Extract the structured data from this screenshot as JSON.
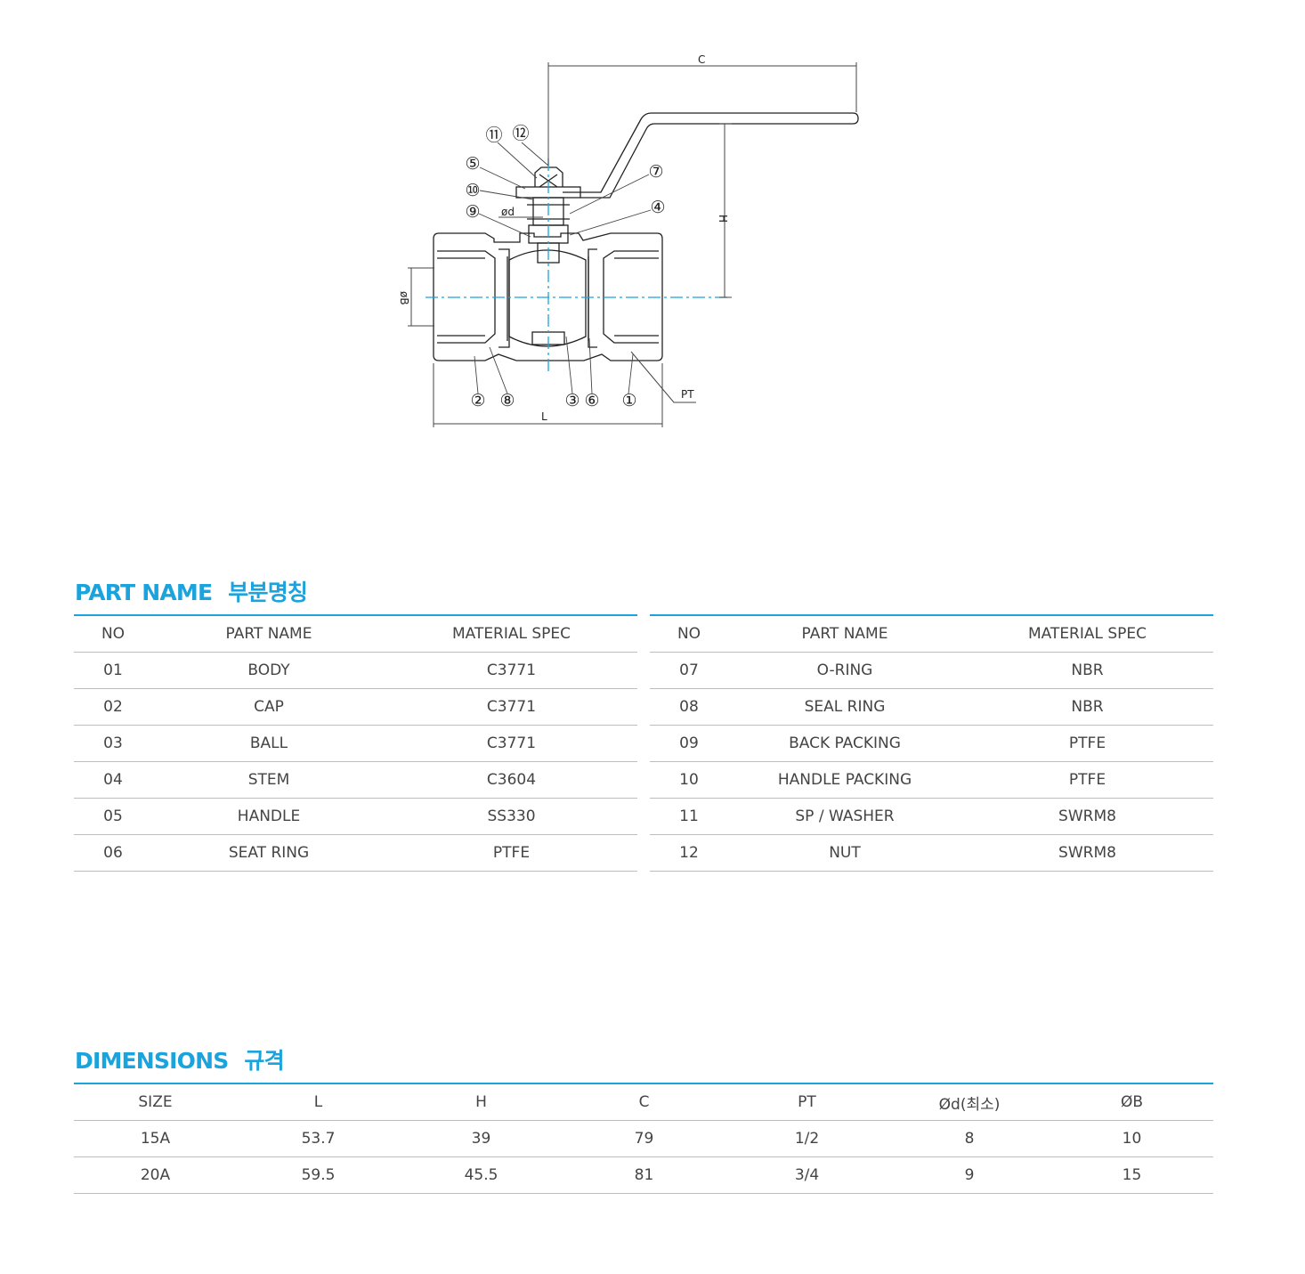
{
  "drawing": {
    "callouts": [
      "⑪",
      "⑫",
      "⑤",
      "⑩",
      "⑨",
      "⑦",
      "④",
      "②",
      "⑧",
      "③",
      "⑥",
      "①"
    ],
    "dim_labels": {
      "c": "C",
      "h": "H",
      "l": "L",
      "pt": "PT",
      "od": "ød",
      "ob": "øB"
    }
  },
  "part_name_section": {
    "title_en": "PART NAME",
    "title_ko": "부분명칭"
  },
  "parts_left": {
    "headers": [
      "NO",
      "PART NAME",
      "MATERIAL SPEC"
    ],
    "rows": [
      [
        "01",
        "BODY",
        "C3771"
      ],
      [
        "02",
        "CAP",
        "C3771"
      ],
      [
        "03",
        "BALL",
        "C3771"
      ],
      [
        "04",
        "STEM",
        "C3604"
      ],
      [
        "05",
        "HANDLE",
        "SS330"
      ],
      [
        "06",
        "SEAT RING",
        "PTFE"
      ]
    ]
  },
  "parts_right": {
    "headers": [
      "NO",
      "PART NAME",
      "MATERIAL SPEC"
    ],
    "rows": [
      [
        "07",
        "O-RING",
        "NBR"
      ],
      [
        "08",
        "SEAL RING",
        "NBR"
      ],
      [
        "09",
        "BACK PACKING",
        "PTFE"
      ],
      [
        "10",
        "HANDLE PACKING",
        "PTFE"
      ],
      [
        "11",
        "SP / WASHER",
        "SWRM8"
      ],
      [
        "12",
        "NUT",
        "SWRM8"
      ]
    ]
  },
  "dimensions_section": {
    "title_en": "DIMENSIONS",
    "title_ko": "규격"
  },
  "dimensions": {
    "headers": [
      "SIZE",
      "L",
      "H",
      "C",
      "PT",
      "Ød(최소)",
      "ØB"
    ],
    "rows": [
      [
        "15A",
        "53.7",
        "39",
        "79",
        "1/2",
        "8",
        "10"
      ],
      [
        "20A",
        "59.5",
        "45.5",
        "81",
        "3/4",
        "9",
        "15"
      ]
    ]
  },
  "colors": {
    "accent": "#1aa3dc",
    "rule": "#bdbdbd",
    "text": "#444444"
  }
}
